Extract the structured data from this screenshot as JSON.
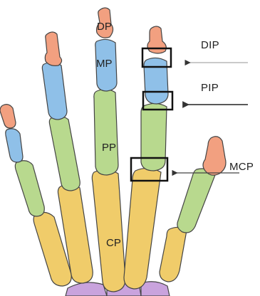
{
  "labels": {
    "dp": "DP",
    "mp": "MP",
    "pp": "PP",
    "cp": "CP",
    "dip": "DIP",
    "pip": "PIP",
    "mcp": "MCP"
  },
  "colors": {
    "distal_phalanx": "#f2a080",
    "middle_phalanx": "#8fc0e8",
    "proximal_phalanx": "#b8d98e",
    "metacarpal": "#f0cc6a",
    "carpal": "#c9a3dd",
    "outline": "#444444",
    "joint_box": "#111111"
  }
}
